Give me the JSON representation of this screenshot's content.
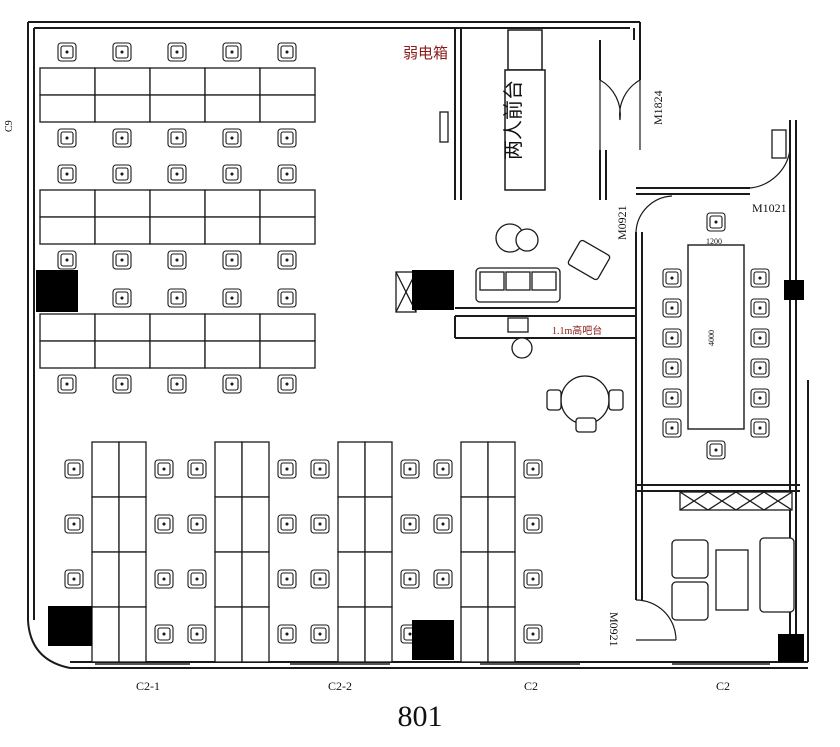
{
  "room_number": "801",
  "labels": {
    "weak_current_box": "弱电箱",
    "reception": "两人前台",
    "bar_counter": "1.1m高吧台",
    "door_m1824": "M1824",
    "door_m1021": "M1021",
    "door_m0921_a": "M0921",
    "door_m0921_b": "M0921",
    "left_edge_tag": "C9",
    "table_width": "1200",
    "table_length": "4000"
  },
  "windows": [
    "C2-1",
    "C2-2",
    "C2",
    "C2"
  ],
  "colors": {
    "line": "#1a1a1a",
    "annotation": "#8b1a1a",
    "column_fill": "#000000"
  }
}
